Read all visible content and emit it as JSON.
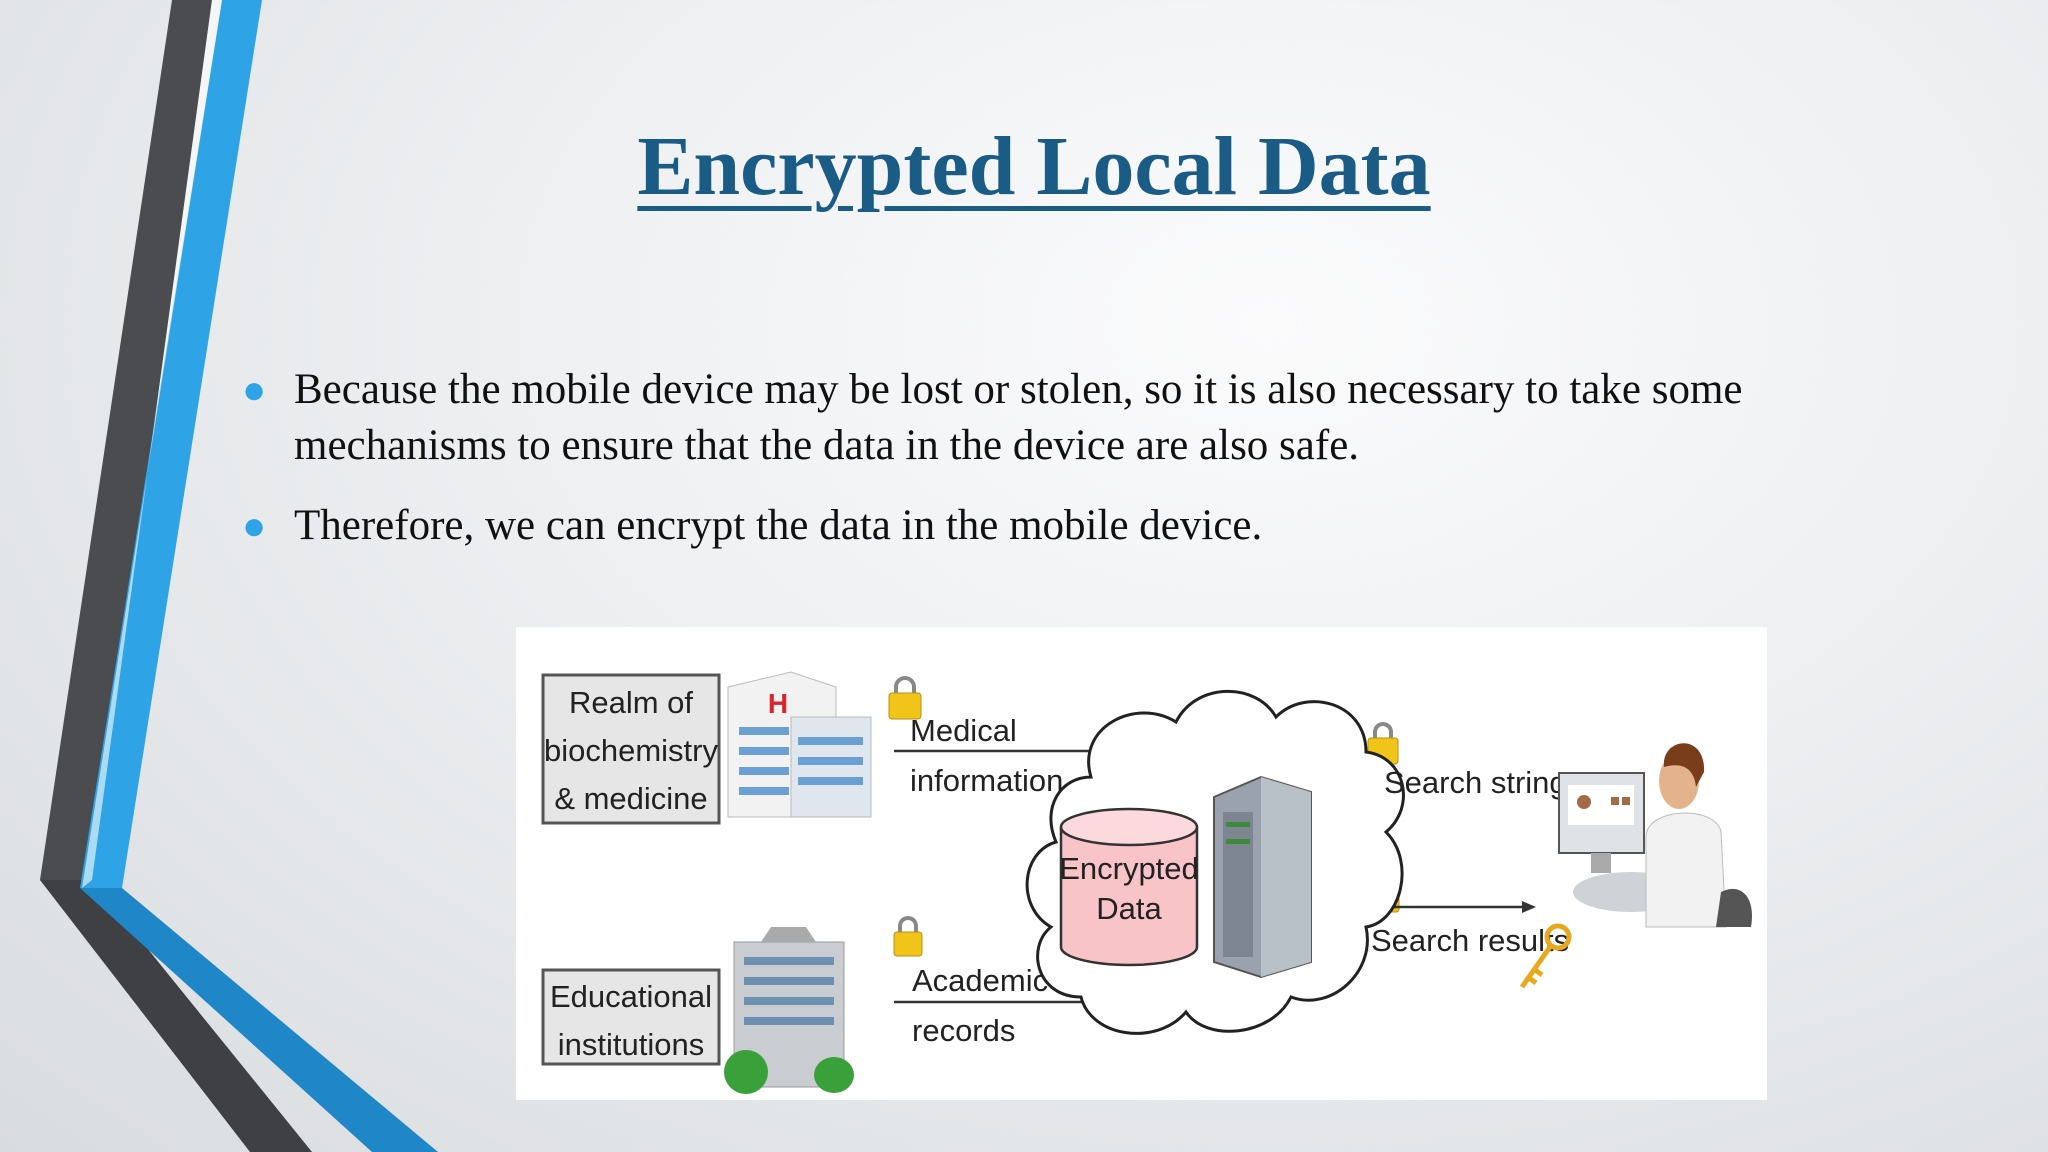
{
  "slide": {
    "title": "Encrypted Local Data",
    "bullets": [
      "Because the mobile device may be lost or stolen, so it is also necessary to take some mechanisms to ensure that the data in the device are also safe.",
      " Therefore, we can encrypt the data in the mobile device."
    ]
  },
  "diagram": {
    "box_medicine": [
      "Realm of",
      "biochemistry",
      "& medicine"
    ],
    "box_education": [
      "Educational",
      "institutions"
    ],
    "medical_info": [
      "Medical",
      "information"
    ],
    "academic": [
      "Academic",
      "records"
    ],
    "encrypted": [
      "Encrypted",
      "Data"
    ],
    "search_strings": "Search strings",
    "search_results": "Search results",
    "hospital_sign": "H"
  },
  "colors": {
    "title": "#1a5c86",
    "bullet": "#2ea3e6",
    "accent_blue": "#2ea3e6",
    "accent_dark": "#4a4c50"
  }
}
